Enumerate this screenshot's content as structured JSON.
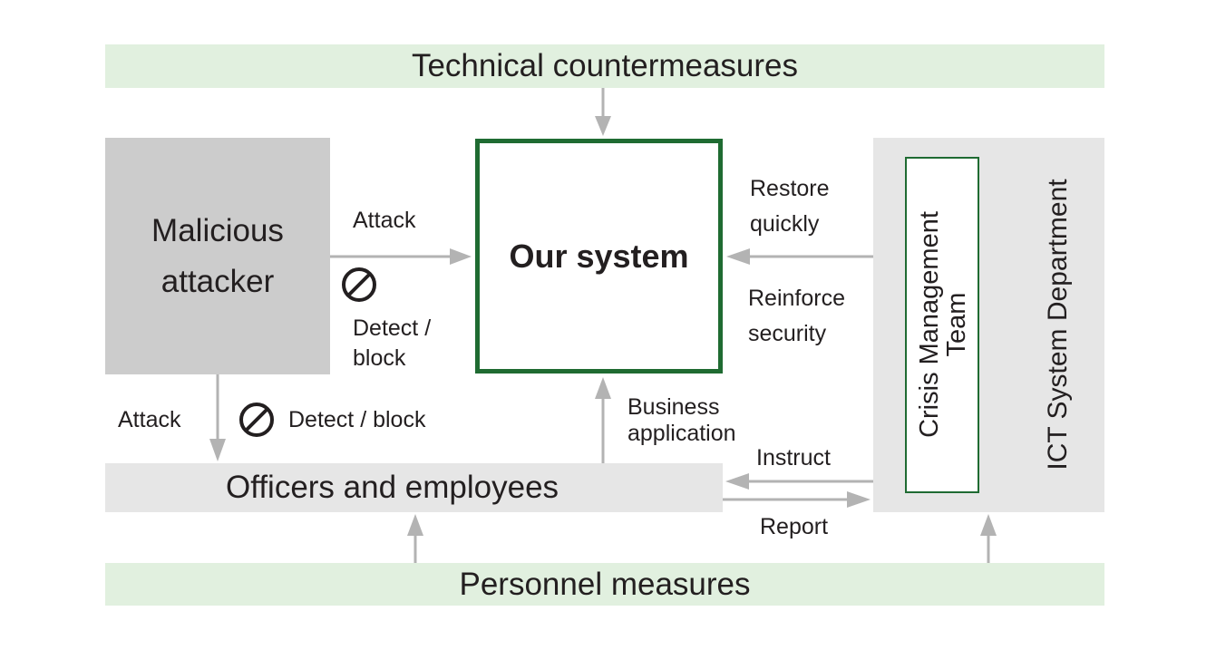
{
  "bands": {
    "top": "Technical countermeasures",
    "bottom": "Personnel measures"
  },
  "nodes": {
    "attacker_line1": "Malicious",
    "attacker_line2": "attacker",
    "system": "Our system",
    "officers": "Officers and employees",
    "ict_department": "ICT System Department",
    "crisis_line1": "Crisis Management",
    "crisis_line2": "Team"
  },
  "labels": {
    "attack_right": "Attack",
    "detect_right_line1": "Detect /",
    "detect_right_line2": "block",
    "attack_down": "Attack",
    "detect_down": "Detect / block",
    "restore_line1": "Restore",
    "restore_line2": "quickly",
    "reinforce_line1": "Reinforce",
    "reinforce_line2": "security",
    "business_line1": "Business",
    "business_line2": "application",
    "instruct": "Instruct",
    "report": "Report"
  },
  "colors": {
    "band": "#e1f0df",
    "system_border": "#1f6b32",
    "arrow": "#b3b3b3",
    "attacker_fill": "#cccccc",
    "panel_fill": "#e6e6e6"
  },
  "icons": {
    "block": "prohibited-icon"
  }
}
